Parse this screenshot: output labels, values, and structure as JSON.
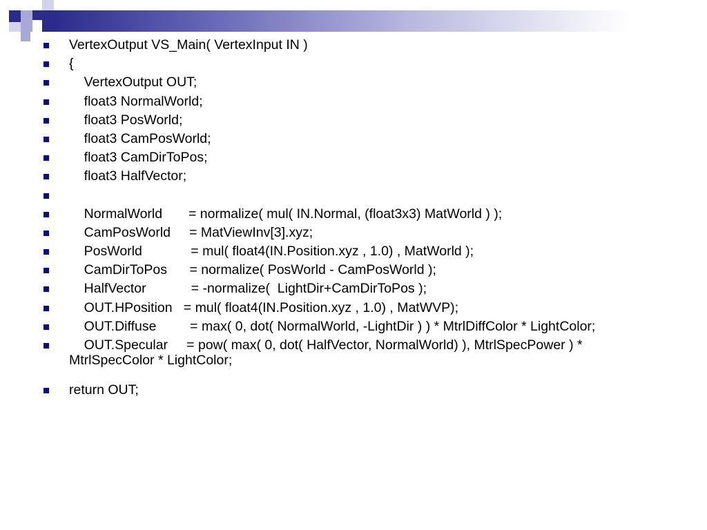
{
  "slide": {
    "lines": [
      "VertexOutput VS_Main( VertexInput IN )",
      "{",
      "    VertexOutput OUT;",
      "    float3 NormalWorld;",
      "    float3 PosWorld;",
      "    float3 CamPosWorld;",
      "    float3 CamDirToPos;",
      "    float3 HalfVector;",
      "",
      "    NormalWorld       = normalize( mul( IN.Normal, (float3x3) MatWorld ) );",
      "    CamPosWorld     = MatViewInv[3].xyz;",
      "    PosWorld             = mul( float4(IN.Position.xyz , 1.0) , MatWorld );",
      "    CamDirToPos      = normalize( PosWorld - CamPosWorld );",
      "    HalfVector            = -normalize(  LightDir+CamDirToPos );",
      "    OUT.HPosition   = mul( float4(IN.Position.xyz , 1.0) , MatWVP);",
      "    OUT.Diffuse         = max( 0, dot( NormalWorld, -LightDir ) ) * MtrlDiffColor * LightColor;",
      "    OUT.Specular     = pow( max( 0, dot( HalfVector, NormalWorld) ), MtrlSpecPower ) * MtrlSpecColor * LightColor;",
      "return OUT;"
    ]
  },
  "colors": {
    "accent_navy": "#2b2b8c",
    "bullet": "#0b0b8a",
    "text": "#000000",
    "background": "#ffffff"
  }
}
